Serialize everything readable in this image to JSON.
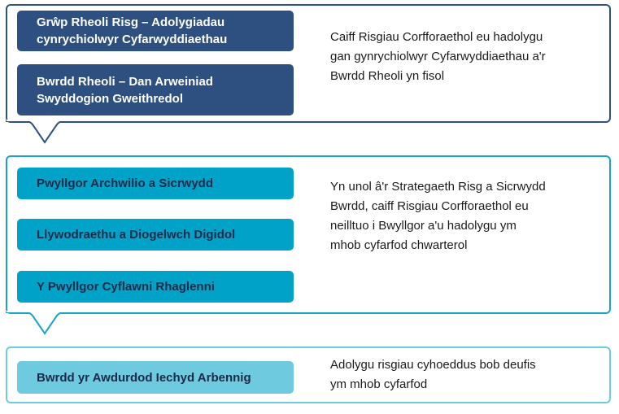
{
  "colors": {
    "dark_navy": "#2d5080",
    "panel1_border": "#2c5282",
    "teal": "#00a3c7",
    "panel2_border": "#1aa3c8",
    "light_teal": "#6ecadf",
    "panel3_border": "#6fcbe0"
  },
  "tiers": [
    {
      "boxes": [
        {
          "label": "Grŵp Rheoli Risg – Adolygiadau cynrychiolwyr Cyfarwyddiaethau",
          "line1": "Grŵp Rheoli Risg – Adolygiadau",
          "line2": "cynrychiolwyr Cyfarwyddiaethau"
        },
        {
          "label": "Bwrdd Rheoli – Dan Arweiniad Swyddogion Gweithredol",
          "line1": "Bwrdd Rheoli – Dan Arweiniad",
          "line2": "Swyddogion Gweithredol"
        }
      ],
      "description": {
        "line1": "Caiff Risgiau Corfforaethol eu hadolygu",
        "line2": "gan gynrychiolwyr Cyfarwyddiaethau a'r",
        "line3": "Bwrdd Rheoli yn fisol"
      }
    },
    {
      "boxes": [
        {
          "label": "Pwyllgor Archwilio a Sicrwydd"
        },
        {
          "label": "Llywodraethu a Diogelwch Digidol"
        },
        {
          "label": "Y Pwyllgor Cyflawni Rhaglenni"
        }
      ],
      "description": {
        "line1": "Yn unol â'r Strategaeth Risg a Sicrwydd",
        "line2": "Bwrdd, caiff Risgiau Corfforaethol eu",
        "line3": "neilltuo i Bwyllgor a'u hadolygu ym",
        "line4": "mhob cyfarfod chwarterol"
      }
    },
    {
      "boxes": [
        {
          "label": "Bwrdd yr Awdurdod Iechyd Arbennig"
        }
      ],
      "description": {
        "line1": "Adolygu risgiau cyhoeddus bob deufis",
        "line2": "ym mhob cyfarfod"
      }
    }
  ]
}
